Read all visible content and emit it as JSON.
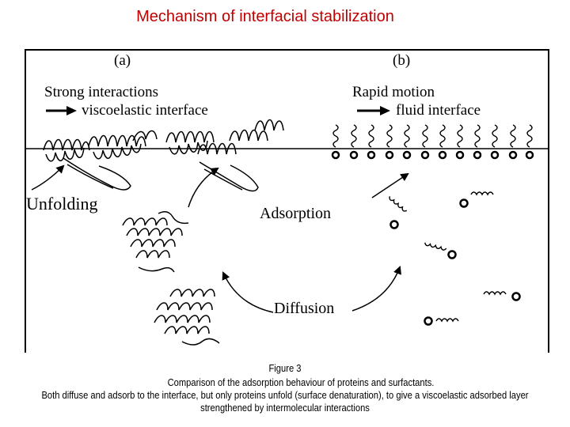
{
  "title": "Mechanism of interfacial stabilization",
  "figure": {
    "panel_a": "(a)",
    "panel_b": "(b)",
    "strong_interactions": "Strong interactions",
    "viscoelastic_interface": "viscoelastic interface",
    "rapid_motion": "Rapid motion",
    "fluid_interface": "fluid interface",
    "unfolding": "Unfolding",
    "adsorption": "Adsorption",
    "diffusion": "Diffusion"
  },
  "caption": {
    "figure_label": "Figure 3",
    "line1": "Comparison of the adsorption behaviour of proteins and surfactants.",
    "line2": "Both diffuse and adsorb to the interface, but only proteins unfold (surface denaturation), to give a viscoelastic adsorbed layer",
    "line3": "strengthened by intermolecular interactions"
  }
}
